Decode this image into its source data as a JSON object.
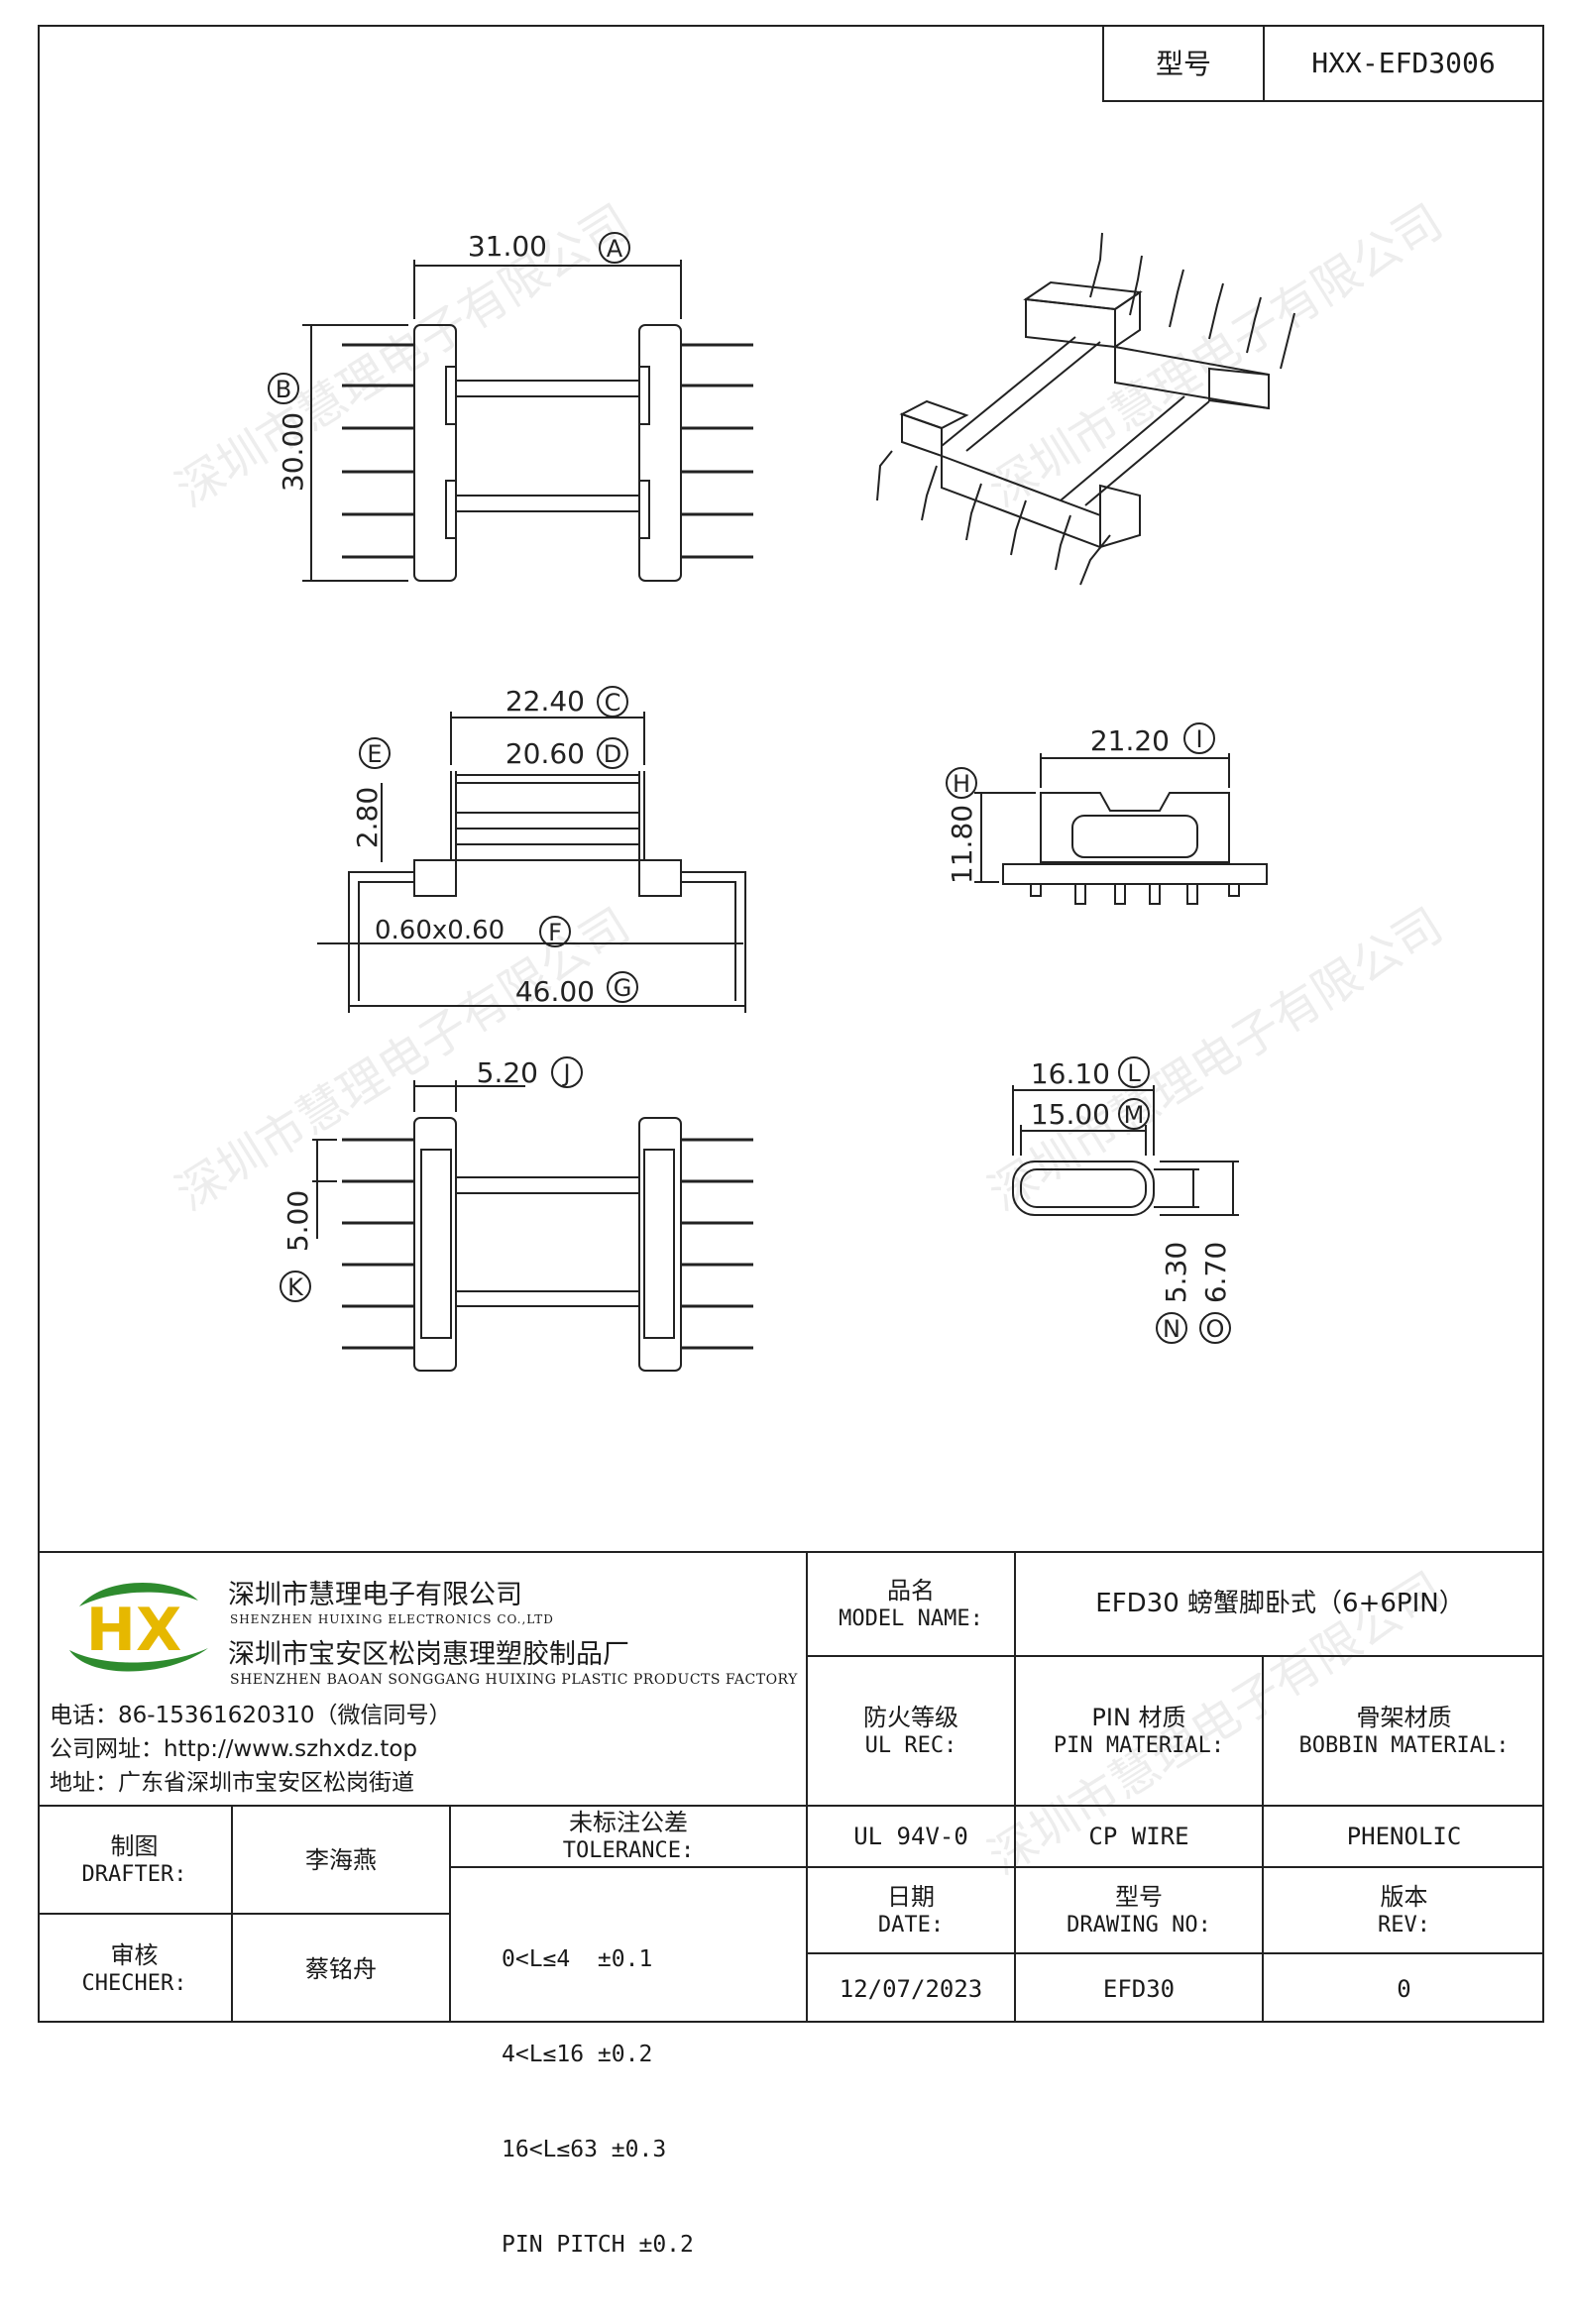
{
  "header": {
    "model_label": "型号",
    "model_value": "HXX-EFD3006"
  },
  "dims": {
    "A": "31.00",
    "B": "30.00",
    "C": "22.40",
    "D": "20.60",
    "E": "2.80",
    "F": "0.60x0.60",
    "G": "46.00",
    "H": "11.80",
    "I": "21.20",
    "J": "5.20",
    "K": "5.00",
    "L": "16.10",
    "M": "15.00",
    "N": "5.30",
    "O": "6.70"
  },
  "dim_letters": {
    "A": "A",
    "B": "B",
    "C": "C",
    "D": "D",
    "E": "E",
    "F": "F",
    "G": "G",
    "H": "H",
    "I": "I",
    "J": "J",
    "K": "K",
    "L": "L",
    "M": "M",
    "N": "N",
    "O": "O"
  },
  "watermark": "深圳市慧理电子有限公司",
  "company": {
    "logo_letters": "HX",
    "name_cn": "深圳市慧理电子有限公司",
    "name_en": "SHENZHEN HUIXING ELECTRONICS CO.,LTD",
    "factory_cn": "深圳市宝安区松岗惠理塑胶制品厂",
    "factory_en": "SHENZHEN BAOAN SONGGANG HUIXING PLASTIC PRODUCTS FACTORY",
    "phone": "电话：86-15361620310（微信同号）",
    "website": "公司网址：http://www.szhxdz.top",
    "address": "地址：广东省深圳市宝安区松岗街道"
  },
  "title_block": {
    "model_name_cn": "品名",
    "model_name_en": "MODEL NAME:",
    "model_name_value": "EFD30 螃蟹脚卧式（6+6PIN）",
    "ul_rec_cn": "防火等级",
    "ul_rec_en": "UL REC:",
    "pin_material_cn": "PIN 材质",
    "pin_material_en": "PIN MATERIAL:",
    "bobbin_material_cn": "骨架材质",
    "bobbin_material_en": "BOBBIN MATERIAL:",
    "ul_rec_value": "UL 94V-0",
    "pin_material_value": "CP WIRE",
    "bobbin_material_value": "PHENOLIC",
    "drafter_cn": "制图",
    "drafter_en": "DRAFTER:",
    "drafter_value": "李海燕",
    "checker_cn": "审核",
    "checker_en": "CHECHER:",
    "checker_value": "蔡铭舟",
    "tolerance_cn": "未标注公差",
    "tolerance_en": "TOLERANCE:",
    "tolerance_lines": [
      "0<L≤4  ±0.1",
      "4<L≤16 ±0.2",
      "16<L≤63 ±0.3",
      "PIN PITCH ±0.2"
    ],
    "date_cn": "日期",
    "date_en": "DATE:",
    "date_value": "12/07/2023",
    "drawing_no_cn": "型号",
    "drawing_no_en": "DRAWING NO:",
    "drawing_no_value": "EFD30",
    "rev_cn": "版本",
    "rev_en": "REV:",
    "rev_value": "0"
  }
}
